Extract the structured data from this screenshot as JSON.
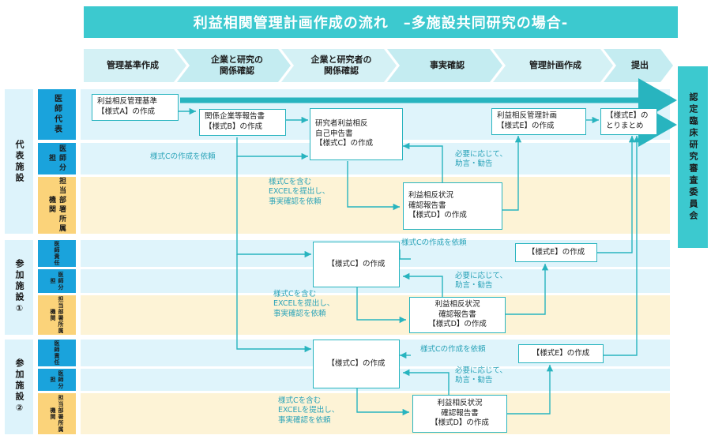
{
  "title": "利益相関管理計画作成の流れ　–多施設共同研究の場合-",
  "steps": [
    {
      "label": "管理基準作成"
    },
    {
      "label": "企業と研究の\n関係確認"
    },
    {
      "label": "企業と研究者の\n関係確認"
    },
    {
      "label": "事実確認"
    },
    {
      "label": "管理計画作成"
    },
    {
      "label": "提出"
    }
  ],
  "committee": "認定臨床研究審査委員会",
  "groups": [
    {
      "label": "代表施設",
      "rows": [
        "医師代表",
        "医師分担",
        "担当部署所属機関"
      ]
    },
    {
      "label": "参加施設①",
      "rows": [
        "医師責任",
        "医師分担",
        "担当部署所属機関"
      ]
    },
    {
      "label": "参加施設②",
      "rows": [
        "医師責任",
        "医師分担",
        "担当部署所属機関"
      ]
    }
  ],
  "rep": {
    "box_a": "利益相反管理基準\n【様式A】の作成",
    "box_b": "関係企業等報告書\n【様式B】の作成",
    "box_c": "研究者利益相反\n自己申告書\n【様式C】の作成",
    "box_d": "利益相反状況\n確認報告書\n【様式D】の作成",
    "box_e": "利益相反管理計画\n【様式E】の作成",
    "box_e2": "【様式E】の\nとりまとめ",
    "note_request": "様式Cの作成を依頼",
    "note_excel": "様式Cを含む\nEXCELを提出し、\n事実確認を依頼",
    "note_advice": "必要に応じて、\n助言・勧告"
  },
  "site1": {
    "box_c": "【様式C】の作成",
    "box_d": "利益相反状況\n確認報告書\n【様式D】の作成",
    "box_e": "【様式E】の作成",
    "note_request": "様式Cの作成を依頼",
    "note_excel": "様式Cを含む\nEXCELを提出し、\n事実確認を依頼",
    "note_advice": "必要に応じて、\n助言・勧告"
  },
  "site2": {
    "box_c": "【様式C】の作成",
    "box_d": "利益相反状況\n確認報告書\n【様式D】の作成",
    "box_e": "【様式E】の作成",
    "note_request": "様式Cの作成を依頼",
    "note_excel": "様式Cを含む\nEXCELを提出し、\n事実確認を依頼",
    "note_advice": "必要に応じて、\n助言・勧告"
  },
  "colors": {
    "teal": "#3cc9cf",
    "line": "#28b4bf",
    "blue": "#1aa3dc",
    "yellow": "#fbd37a"
  }
}
